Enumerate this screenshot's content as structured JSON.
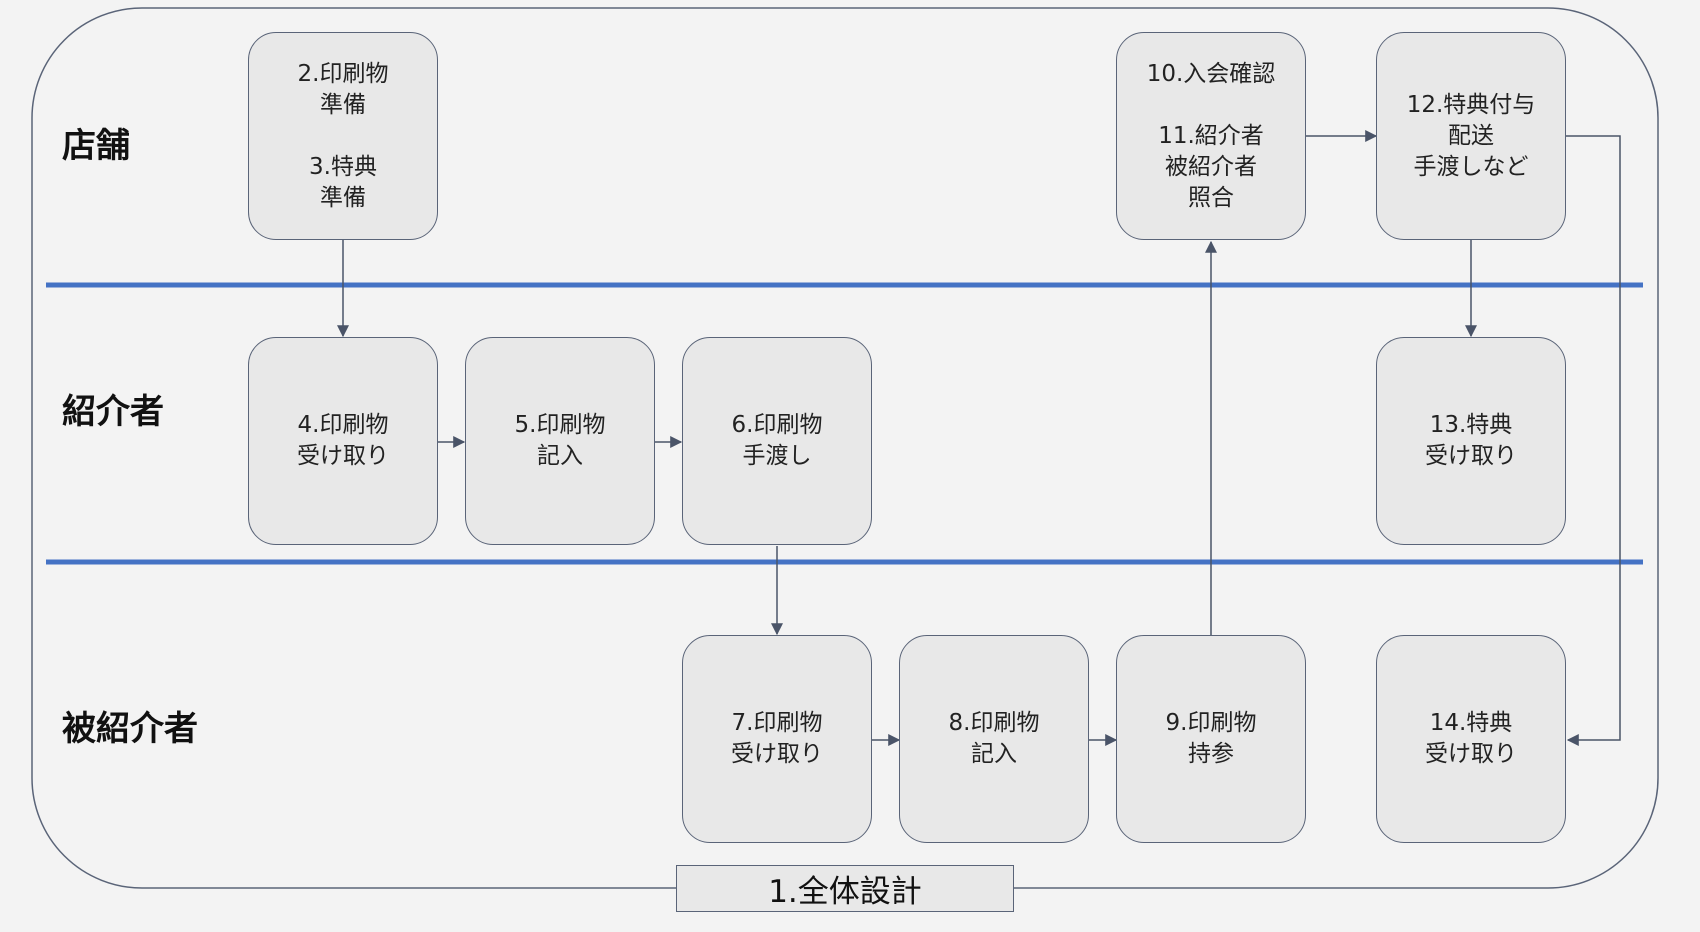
{
  "lanes": {
    "store": "店舗",
    "referrer": "紹介者",
    "referee": "被紹介者"
  },
  "steps": {
    "s2_3": "2.印刷物\n準備\n\n3.特典\n準備",
    "s10_11": "10.入会確認\n\n11.紹介者\n被紹介者\n照合",
    "s12": "12.特典付与\n配送\n手渡しなど",
    "s4": "4.印刷物\n受け取り",
    "s5": "5.印刷物\n記入",
    "s6": "6.印刷物\n手渡し",
    "s13": "13.特典\n受け取り",
    "s7": "7.印刷物\n受け取り",
    "s8": "8.印刷物\n記入",
    "s9": "9.印刷物\n持参",
    "s14": "14.特典\n受け取り"
  },
  "footer": {
    "label": "1.全体設計"
  },
  "colors": {
    "background": "#f3f3f3",
    "box_fill": "#e8e8e8",
    "box_border": "#5a6478",
    "lane_divider": "#4472c4",
    "connector": "#4a5468"
  }
}
